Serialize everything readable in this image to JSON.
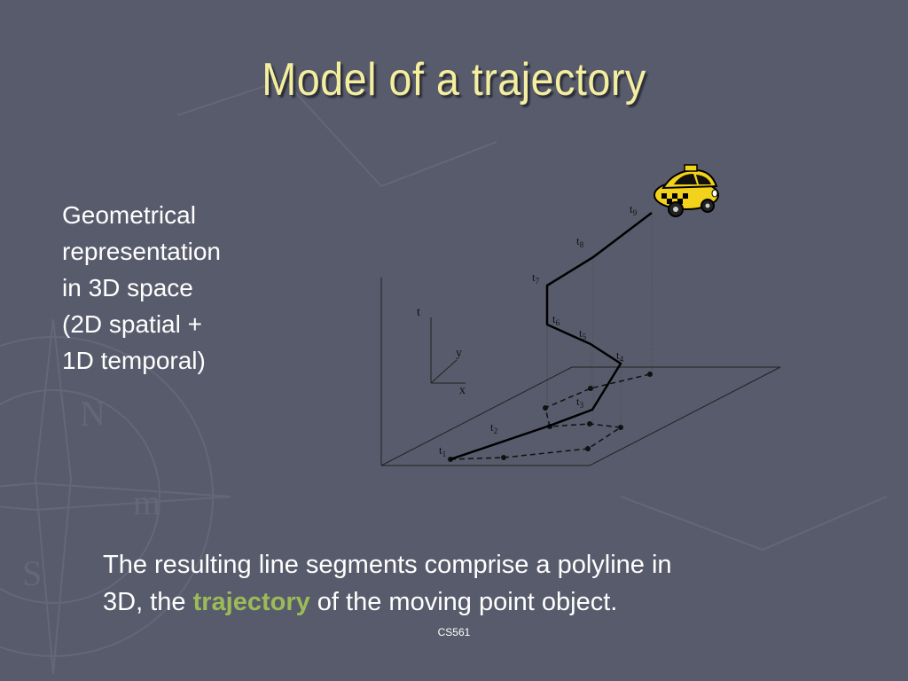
{
  "slide": {
    "title": "Model of a trajectory",
    "left_text_lines": [
      "Geometrical",
      "representation",
      "in 3D space",
      "(2D spatial +",
      "1D temporal)"
    ],
    "bottom_text_part1": "The resulting line segments comprise a polyline in",
    "bottom_text_part2": "3D, the ",
    "bottom_text_highlight": "trajectory",
    "bottom_text_part3": " of the moving point object.",
    "footer": "CS561"
  },
  "diagram": {
    "axis_labels": {
      "t": "t",
      "y": "y",
      "x": "x"
    },
    "time_labels": [
      "t1",
      "t2",
      "t3",
      "t4",
      "t5",
      "t6",
      "t7",
      "t8",
      "t9"
    ],
    "colors": {
      "line": "#000000",
      "highlight": "#9bbb59",
      "taxi": "#f2d21b"
    },
    "icons": [
      "taxi-icon",
      "compass-icon"
    ]
  }
}
